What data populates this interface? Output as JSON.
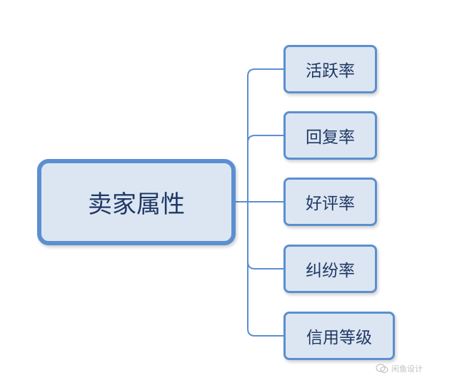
{
  "diagram": {
    "root": {
      "label": "卖家属性"
    },
    "children": [
      {
        "label": "活跃率"
      },
      {
        "label": "回复率"
      },
      {
        "label": "好评率"
      },
      {
        "label": "纠纷率"
      },
      {
        "label": "信用等级"
      }
    ],
    "watermark": {
      "text": "闲鱼设计"
    }
  },
  "colors": {
    "node_fill": "#dce6f2",
    "node_border": "#5b8fd1",
    "connector": "#5b8fd1",
    "text": "#1f3864"
  },
  "icons": {
    "watermark": "wechat-icon"
  }
}
